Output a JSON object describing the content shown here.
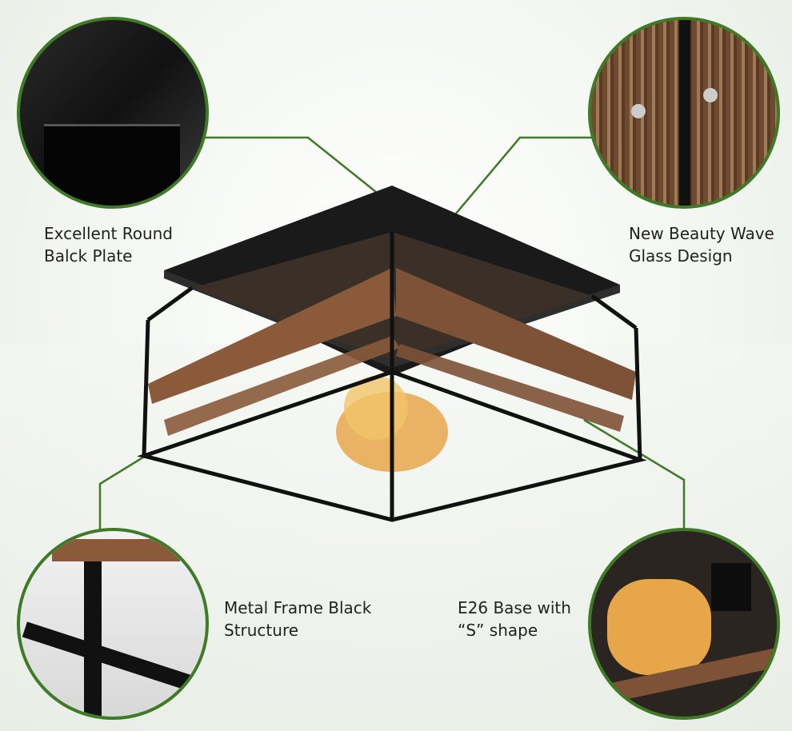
{
  "callouts": {
    "top_left": {
      "line1": "Excellent Round",
      "line2": "Balck Plate"
    },
    "top_right": {
      "line1": "New Beauty Wave",
      "line2": "Glass Design"
    },
    "bottom_left": {
      "line1": "Metal Frame Black",
      "line2": "Structure"
    },
    "bottom_right": {
      "line1": "E26 Base with",
      "line2": "“S” shape"
    }
  },
  "colors": {
    "accent": "#3f7a26",
    "metal": "#1c1c1c",
    "wood": "#8a5a3a",
    "bulb": "#e8a64a"
  }
}
